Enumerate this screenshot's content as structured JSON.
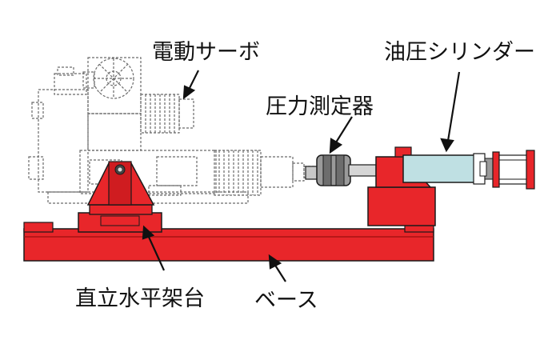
{
  "labels": {
    "servo": "電動サーボ",
    "load_cell": "圧力測定器",
    "hydraulic_cylinder": "油圧シリンダー",
    "mount": "直立水平架台",
    "base": "ベース"
  },
  "colors": {
    "base_red": "#e8262a",
    "dark_red": "#b01414",
    "cylinder_body": "#bfe0e3",
    "load_cell_gray": "#9a9a9a",
    "outline": "#1a1a1a",
    "servo_dashed": "#6a6a6a"
  }
}
